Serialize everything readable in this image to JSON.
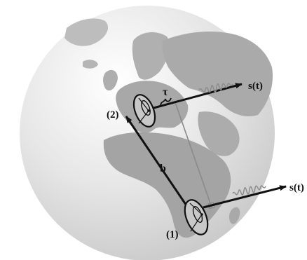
{
  "labels": {
    "signal_upper": "s(t)",
    "signal_lower": "s(t)",
    "tau": "τ",
    "baseline": "b",
    "station_1": "(1)",
    "station_2": "(2)"
  },
  "colors": {
    "ocean": "#d9d9d9",
    "land": "#b0b0b0",
    "arrow": "#111111",
    "wave": "#8c8c8c",
    "geometry_line": "#8a8a8a"
  }
}
